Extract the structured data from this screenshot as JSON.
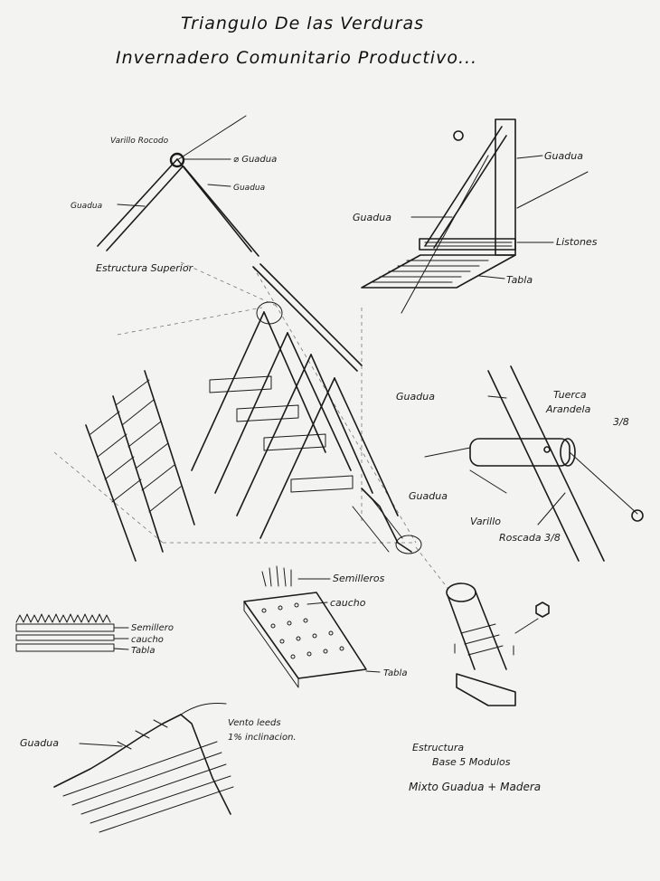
{
  "title": {
    "line1": "Triangulo De las Verduras",
    "line2": "Invernadero Comunitario Productivo..."
  },
  "detail_top_left": {
    "varilla": "Varillo Rocodo",
    "guadua_o": "⌀ Guadua",
    "guadua_right": "Guadua",
    "guadua_left": "Guadua",
    "caption": "Estructura Superior"
  },
  "detail_top_right": {
    "guadua_top": "Guadua",
    "guadua_left": "Guadua",
    "listones": "Listones",
    "tabla": "Tabla"
  },
  "detail_mid_right": {
    "guadua_top": "Guadua",
    "tuerca": "Tuerca",
    "arandela": "Arandela",
    "fraction": "3/8",
    "guadua_bottom": "Guadua",
    "varilla": "Varillo",
    "roscada": "Roscada 3/8"
  },
  "layers_left": {
    "semillero": "Semillero",
    "caucho": "caucho",
    "tabla": "Tabla"
  },
  "tray_center": {
    "semilleros": "Semilleros",
    "caucho": "caucho",
    "tabla": "Tabla"
  },
  "bottom_left": {
    "guadua": "Guadua",
    "venta": "Vento leeds",
    "inclinacion": "1% inclinacion."
  },
  "notes": {
    "line1": "Estructura",
    "line2": "Base 5 Modulos",
    "line3": "Mixto Guadua + Madera"
  },
  "colors": {
    "ink": "#1b1b1b",
    "paper": "#f3f3f1"
  }
}
